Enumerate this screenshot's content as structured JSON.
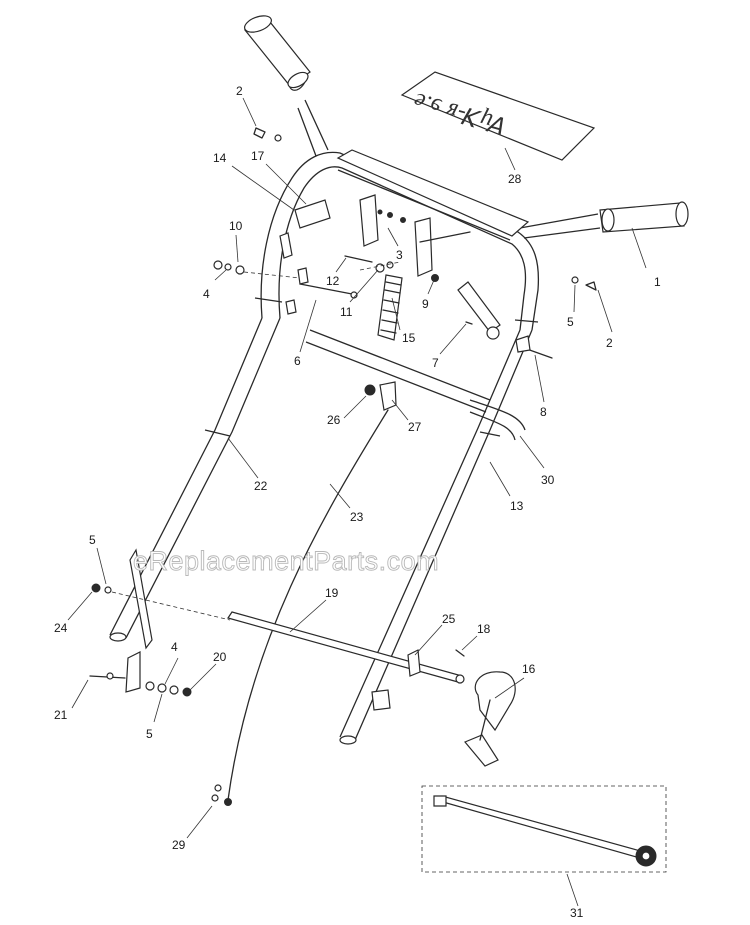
{
  "watermark": "eReplacementParts.com",
  "callouts": [
    {
      "id": "1",
      "text": "1"
    },
    {
      "id": "2a",
      "text": "2"
    },
    {
      "id": "2b",
      "text": "2"
    },
    {
      "id": "3",
      "text": "3"
    },
    {
      "id": "4a",
      "text": "4"
    },
    {
      "id": "4b",
      "text": "4"
    },
    {
      "id": "5a",
      "text": "5"
    },
    {
      "id": "5b",
      "text": "5"
    },
    {
      "id": "5c",
      "text": "5"
    },
    {
      "id": "6",
      "text": "6"
    },
    {
      "id": "7",
      "text": "7"
    },
    {
      "id": "8",
      "text": "8"
    },
    {
      "id": "9",
      "text": "9"
    },
    {
      "id": "10",
      "text": "10"
    },
    {
      "id": "11",
      "text": "11"
    },
    {
      "id": "12",
      "text": "12"
    },
    {
      "id": "13",
      "text": "13"
    },
    {
      "id": "14",
      "text": "14"
    },
    {
      "id": "15",
      "text": "15"
    },
    {
      "id": "16",
      "text": "16"
    },
    {
      "id": "17",
      "text": "17"
    },
    {
      "id": "18",
      "text": "18"
    },
    {
      "id": "19",
      "text": "19"
    },
    {
      "id": "20",
      "text": "20"
    },
    {
      "id": "21",
      "text": "21"
    },
    {
      "id": "22",
      "text": "22"
    },
    {
      "id": "23",
      "text": "23"
    },
    {
      "id": "24",
      "text": "24"
    },
    {
      "id": "25",
      "text": "25"
    },
    {
      "id": "26",
      "text": "26"
    },
    {
      "id": "27",
      "text": "27"
    },
    {
      "id": "28",
      "text": "28"
    },
    {
      "id": "29",
      "text": "29"
    },
    {
      "id": "30",
      "text": "30"
    },
    {
      "id": "31",
      "text": "31"
    }
  ]
}
